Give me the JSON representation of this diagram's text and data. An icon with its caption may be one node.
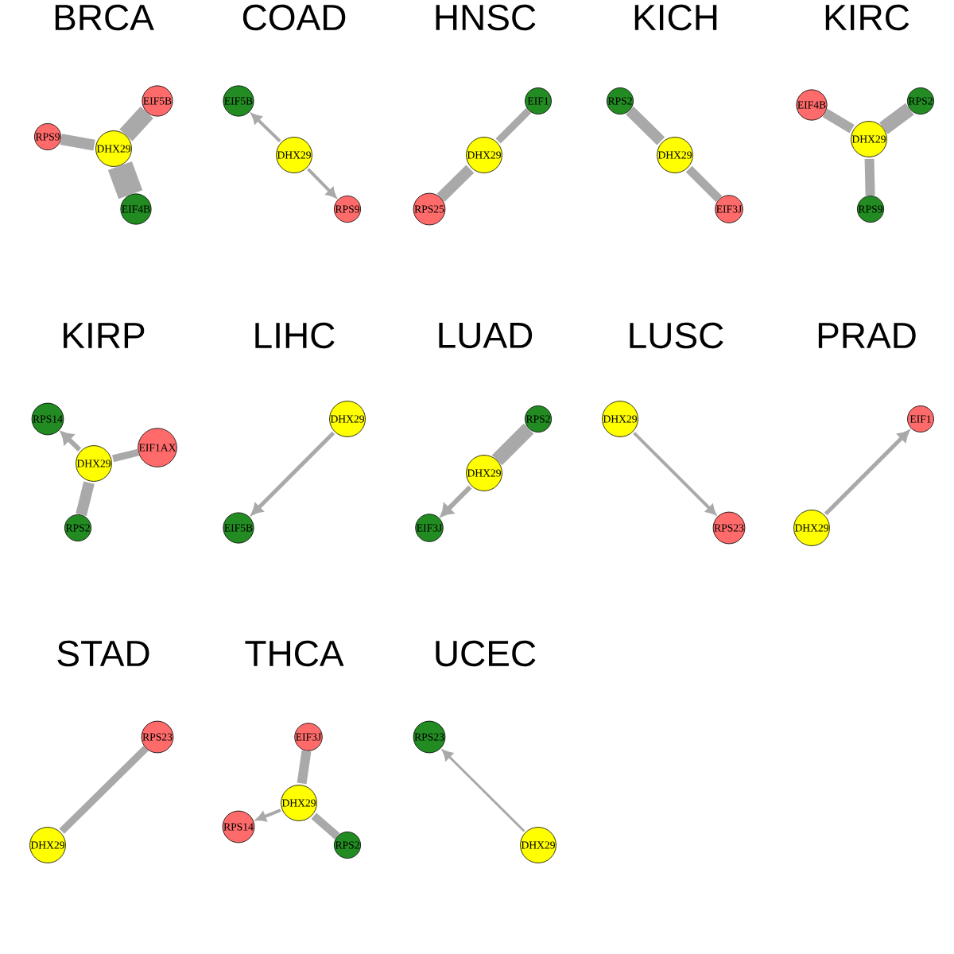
{
  "diagram": {
    "nodes": [
      {
        "text": [
          "EIF5B"
        ]
      },
      {
        "text": [
          "RPS9"
        ]
      },
      {
        "text": [
          "DHX29"
        ]
      },
      {
        "text": [
          "EIF4B"
        ]
      },
      {
        "text": [
          "EIF5B"
        ]
      },
      {
        "text": [
          "DHX29"
        ]
      },
      {
        "text": [
          "RPS9"
        ]
      },
      {
        "text": [
          "EIF1"
        ]
      },
      {
        "text": [
          "DHX29"
        ]
      },
      {
        "text": [
          "RPS25"
        ]
      },
      {
        "text": [
          "RPS2"
        ]
      },
      {
        "text": [
          "DHX29"
        ]
      },
      {
        "text": [
          "EIF3J"
        ]
      },
      {
        "text": [
          "EIF4B"
        ]
      },
      {
        "text": [
          "RPS2"
        ]
      },
      {
        "text": [
          "DHX29"
        ]
      },
      {
        "text": [
          "RPS9"
        ]
      },
      {
        "text": [
          "RPS14"
        ]
      },
      {
        "text": [
          "EIF1AX"
        ]
      },
      {
        "text": [
          "DHX29"
        ]
      },
      {
        "text": [
          "RPS2"
        ]
      },
      {
        "text": [
          "DHX29"
        ]
      },
      {
        "text": [
          "EIF5B"
        ]
      },
      {
        "text": [
          "RPS2"
        ]
      },
      {
        "text": [
          "DHX29"
        ]
      },
      {
        "text": [
          "EIF3J"
        ]
      },
      {
        "text": [
          "DHX29"
        ]
      },
      {
        "text": [
          "RPS23"
        ]
      },
      {
        "text": [
          "EIF1"
        ]
      },
      {
        "text": [
          "DHX29"
        ]
      },
      {
        "text": [
          "RPS23"
        ]
      },
      {
        "text": [
          "DHX29"
        ]
      },
      {
        "text": [
          "EIF3J"
        ]
      },
      {
        "text": [
          "DHX29"
        ]
      },
      {
        "text": [
          "RPS14"
        ]
      },
      {
        "text": [
          "RPS2"
        ]
      },
      {
        "text": [
          "RPS23"
        ]
      },
      {
        "text": [
          "DHX29"
        ]
      }
    ],
    "edges": [
      {
        "from": 2,
        "to": 0,
        "arrow": "none",
        "style": "thick"
      },
      {
        "from": 2,
        "to": 1,
        "arrow": "none"
      },
      {
        "from": 2,
        "to": 3,
        "arrow": "none",
        "style": "thick"
      },
      {
        "from": 5,
        "to": 4,
        "arrow": "to"
      },
      {
        "from": 5,
        "to": 6,
        "arrow": "to"
      },
      {
        "from": 8,
        "to": 7,
        "arrow": "none"
      },
      {
        "from": 8,
        "to": 9,
        "arrow": "none"
      },
      {
        "from": 11,
        "to": 10,
        "arrow": "none"
      },
      {
        "from": 11,
        "to": 12,
        "arrow": "none"
      },
      {
        "from": 15,
        "to": 13,
        "arrow": "none"
      },
      {
        "from": 15,
        "to": 14,
        "arrow": "none",
        "style": "thick"
      },
      {
        "from": 15,
        "to": 16,
        "arrow": "none"
      },
      {
        "from": 19,
        "to": 17,
        "arrow": "to"
      },
      {
        "from": 19,
        "to": 18,
        "arrow": "none"
      },
      {
        "from": 19,
        "to": 20,
        "arrow": "none"
      },
      {
        "from": 21,
        "to": 22,
        "arrow": "to"
      },
      {
        "from": 24,
        "to": 23,
        "arrow": "none",
        "style": "thick"
      },
      {
        "from": 24,
        "to": 25,
        "arrow": "to"
      },
      {
        "from": 26,
        "to": 27,
        "arrow": "to"
      },
      {
        "from": 29,
        "to": 28,
        "arrow": "to"
      },
      {
        "from": 31,
        "to": 30,
        "arrow": "none"
      },
      {
        "from": 33,
        "to": 32,
        "arrow": "none"
      },
      {
        "from": 33,
        "to": 34,
        "arrow": "to"
      },
      {
        "from": 33,
        "to": 35,
        "arrow": "none"
      },
      {
        "from": 37,
        "to": 36,
        "arrow": "to"
      }
    ],
    "labels": [
      "BRCA",
      "COAD",
      "HNSC",
      "KICH",
      "KIRC",
      "KIRP",
      "LIHC",
      "LUAD",
      "LUSC",
      "PRAD",
      "STAD",
      "THCA",
      "UCEC"
    ]
  }
}
